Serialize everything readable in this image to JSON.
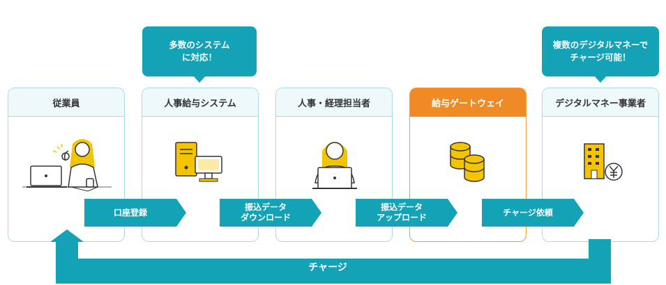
{
  "bubbles": {
    "system": [
      "多数のシステム",
      "に対応！"
    ],
    "digital": [
      "複数のデジタルマネーで",
      "チャージ可能！"
    ]
  },
  "cards": [
    {
      "title": "従業員"
    },
    {
      "title": "人事給与システム"
    },
    {
      "title": "人事・経理担当者"
    },
    {
      "title": "給与ゲートウェイ"
    },
    {
      "title": "デジタルマネー事業者"
    }
  ],
  "arrows": {
    "register": [
      "口座登録"
    ],
    "download": [
      "振込データ",
      "ダウンロード"
    ],
    "upload": [
      "振込データ",
      "アップロード"
    ],
    "charge_request": [
      "チャージ依頼"
    ]
  },
  "loop_label": "チャージ",
  "colors": {
    "teal": "#13a2b6",
    "orange": "#f08a24",
    "yellow": "#f5c400",
    "card_border": "#a9dbe6"
  },
  "icons": [
    "employee-laptop-icon",
    "computer-system-icon",
    "staff-laptop-icon",
    "coins-icon",
    "bank-building-yen-icon"
  ]
}
